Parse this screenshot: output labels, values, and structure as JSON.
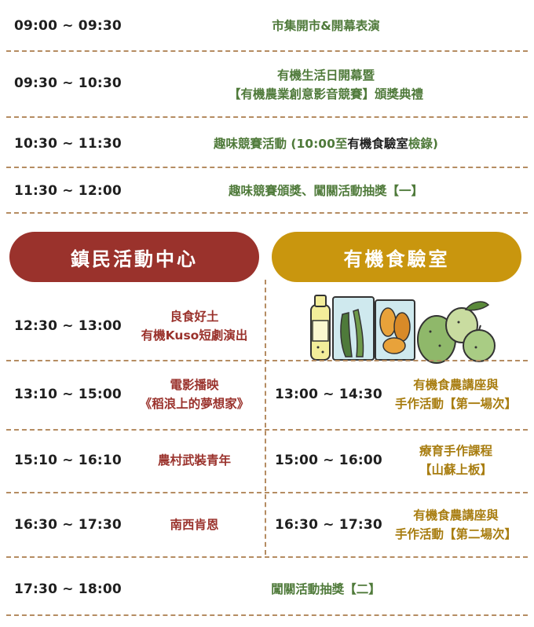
{
  "top_schedule": [
    {
      "time": "09:00 ~ 09:30",
      "lines": [
        "市集開市&開幕表演"
      ]
    },
    {
      "time": "09:30 ~ 10:30",
      "lines": [
        "有機生活日開幕暨",
        "【有機農業創意影音競賽】頒獎典禮"
      ]
    },
    {
      "time": "10:30 ~ 11:30",
      "parts": [
        "趣味競賽活動 (10:00至",
        "有機食驗室",
        "檢錄)"
      ]
    },
    {
      "time": "11:30 ~ 12:00",
      "lines": [
        "趣味競賽頒獎、闖關活動抽獎【一】"
      ]
    }
  ],
  "venues": {
    "left": "鎮民活動中心",
    "right": "有機食驗室"
  },
  "left_schedule": [
    {
      "time": "12:30 ~ 13:00",
      "lines": [
        "良食好土",
        "有機Kuso短劇演出"
      ]
    },
    {
      "time": "13:10 ~ 15:00",
      "lines": [
        "電影播映",
        "《稻浪上的夢想家》"
      ]
    },
    {
      "time": "15:10 ~ 16:10",
      "lines": [
        "農村武裝青年"
      ]
    },
    {
      "time": "16:30 ~ 17:30",
      "lines": [
        "南西肯恩"
      ]
    }
  ],
  "right_schedule": [
    {
      "time": "13:00 ~ 14:30",
      "lines": [
        "有機食農講座與",
        "手作活動【第一場次】"
      ]
    },
    {
      "time": "15:00 ~ 16:00",
      "lines": [
        "療育手作課程",
        "【山蘇上板】"
      ]
    },
    {
      "time": "16:30 ~ 17:30",
      "lines": [
        "有機食農講座與",
        "手作活動【第二場次】"
      ]
    }
  ],
  "bottom_schedule": [
    {
      "time": "17:30 ~ 18:00",
      "lines": [
        "闖關活動抽獎【二】"
      ]
    }
  ],
  "colors": {
    "green_text": "#4f7a3a",
    "red_accent": "#9a322c",
    "gold_accent": "#c9960e",
    "divider": "#b58c62"
  },
  "illustration": {
    "icons": [
      "bottle-icon",
      "vegetable-bag-icon",
      "dried-fruit-bag-icon",
      "guava-icon"
    ]
  }
}
